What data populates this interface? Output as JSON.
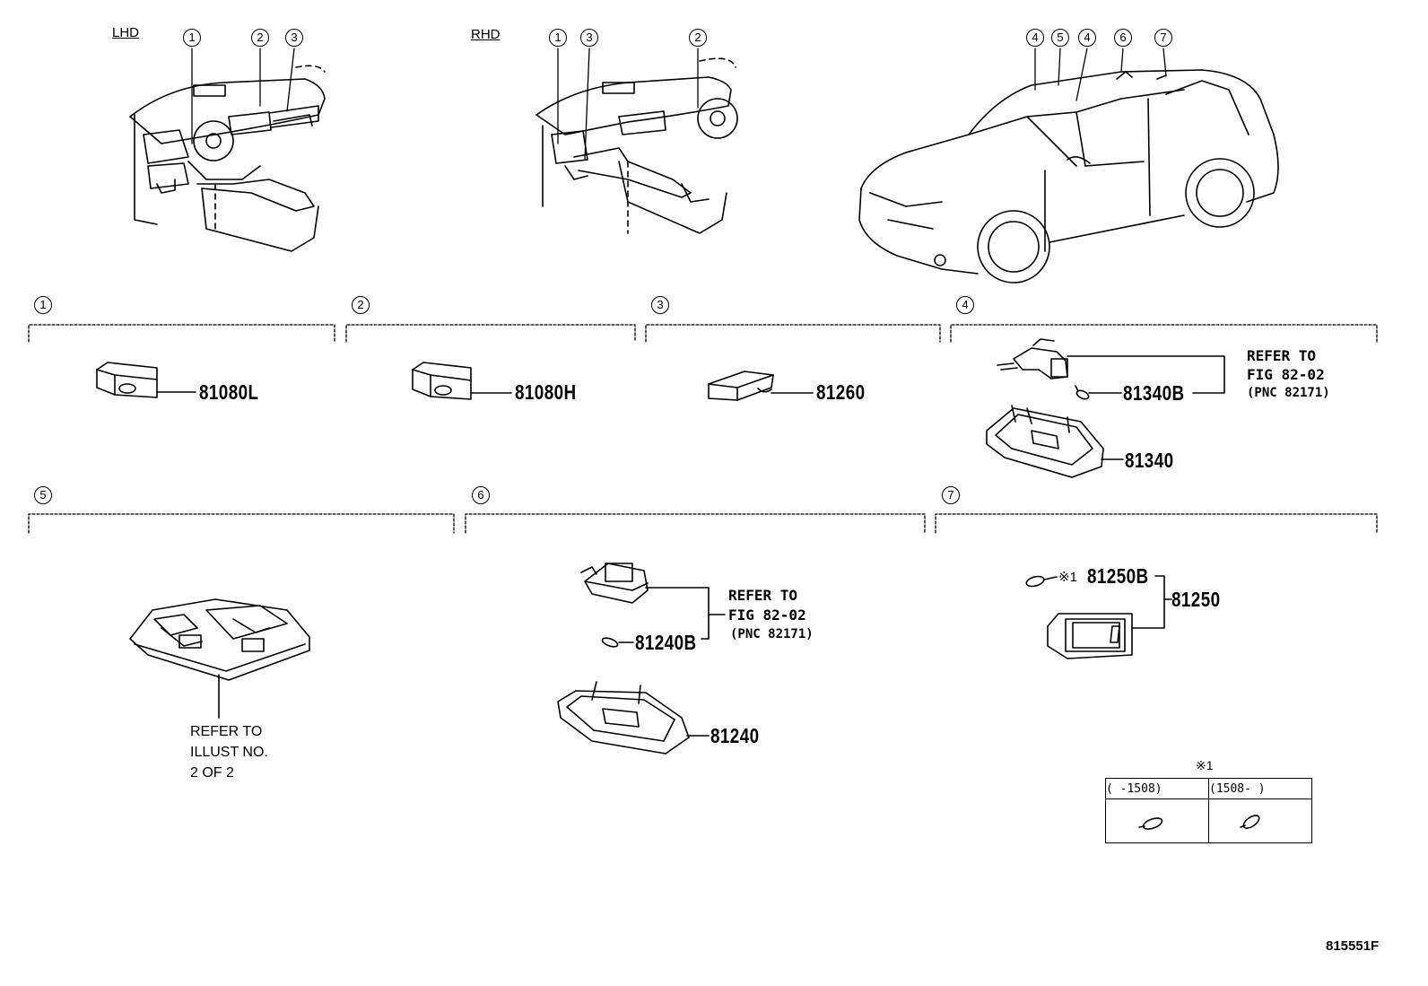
{
  "drawing_labels": {
    "lhd": "LHD",
    "rhd": "RHD"
  },
  "callouts": [
    "1",
    "2",
    "3",
    "4",
    "5",
    "6",
    "7"
  ],
  "sections": [
    {
      "index": "1",
      "parts": [
        "81080L"
      ]
    },
    {
      "index": "2",
      "parts": [
        "81080H"
      ]
    },
    {
      "index": "3",
      "parts": [
        "81260"
      ]
    },
    {
      "index": "4",
      "parts": [
        "81340B",
        "81340"
      ],
      "note": [
        "REFER TO",
        "FIG 82-02",
        "(PNC 82171)"
      ]
    },
    {
      "index": "5",
      "parts": [],
      "note": [
        "REFER TO",
        "ILLUST NO.",
        "2 OF 2"
      ]
    },
    {
      "index": "6",
      "parts": [
        "81240B",
        "81240"
      ],
      "note": [
        "REFER TO",
        "FIG 82-02",
        "(PNC 82171)"
      ]
    },
    {
      "index": "7",
      "parts": [
        "81250B",
        "81250"
      ],
      "mark": "※1"
    }
  ],
  "variant_table": {
    "mark": "※1",
    "col1": "(      -1508)",
    "col2": "(1508-      )"
  },
  "figure_id": "815551F"
}
